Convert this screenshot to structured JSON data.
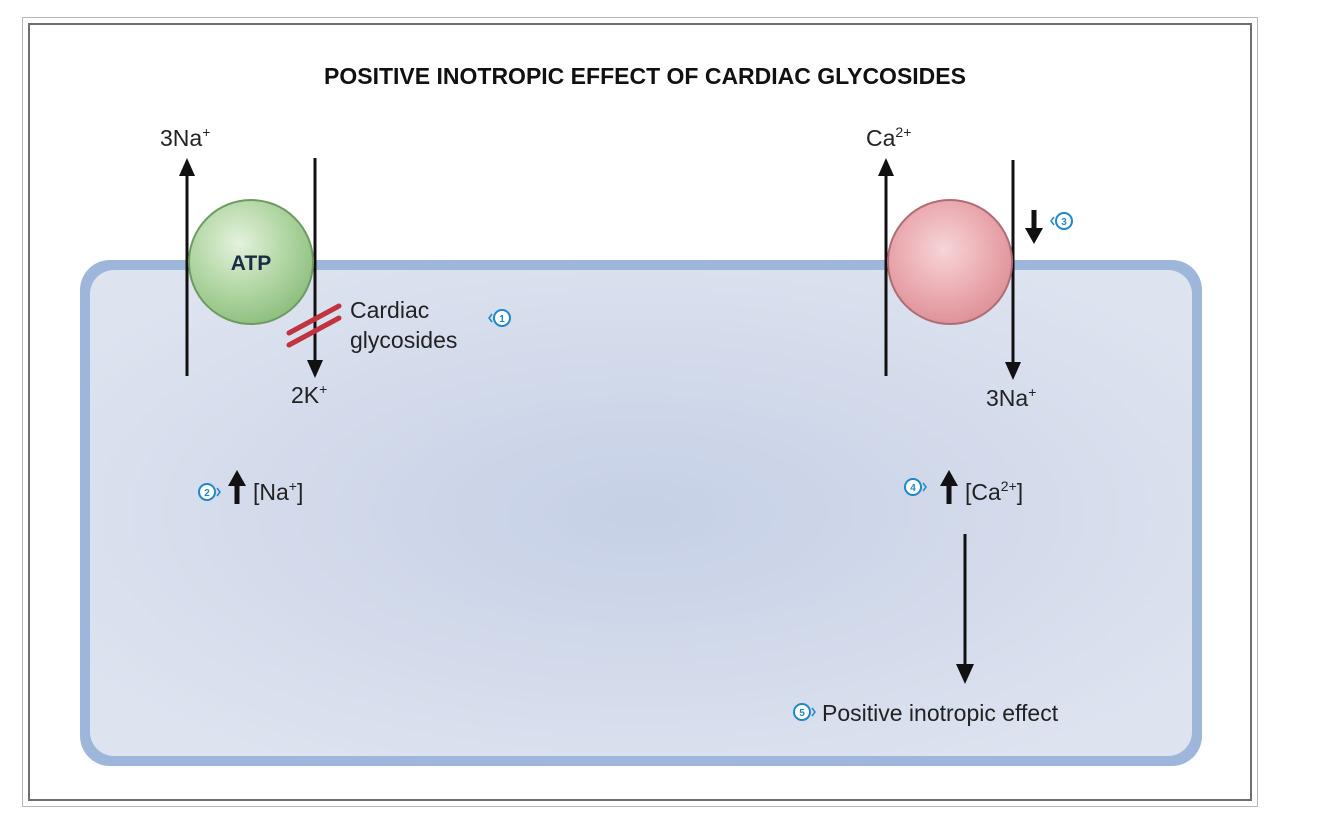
{
  "title": "POSITIVE INOTROPIC EFFECT OF CARDIAC GLYCOSIDES",
  "na_k_pump": {
    "label": "ATP",
    "out_ion": "3Na",
    "out_ion_charge": "+",
    "in_ion": "2K",
    "in_ion_charge": "+"
  },
  "inhibitor": {
    "line1": "Cardiac",
    "line2": "glycosides",
    "step": "1"
  },
  "na_increase": {
    "step": "2",
    "text_open": "[Na",
    "charge": "+",
    "text_close": "]"
  },
  "exchanger": {
    "out_ion": "Ca",
    "out_ion_charge": "2+",
    "in_ion": "3Na",
    "in_ion_charge": "+",
    "step": "3"
  },
  "ca_increase": {
    "step": "4",
    "text_open": "[Ca",
    "charge": "2+",
    "text_close": "]"
  },
  "result": {
    "step": "5",
    "text": "Positive inotropic effect"
  },
  "colors": {
    "cell_fill": "#cfd8ea",
    "cell_border": "#7f9fcc",
    "pump_green": "#a9cf9c",
    "exchanger_pink": "#eaa8ae",
    "glycoside_red": "#c0333f",
    "step_blue": "#1e88c8",
    "arrow": "#111111"
  }
}
